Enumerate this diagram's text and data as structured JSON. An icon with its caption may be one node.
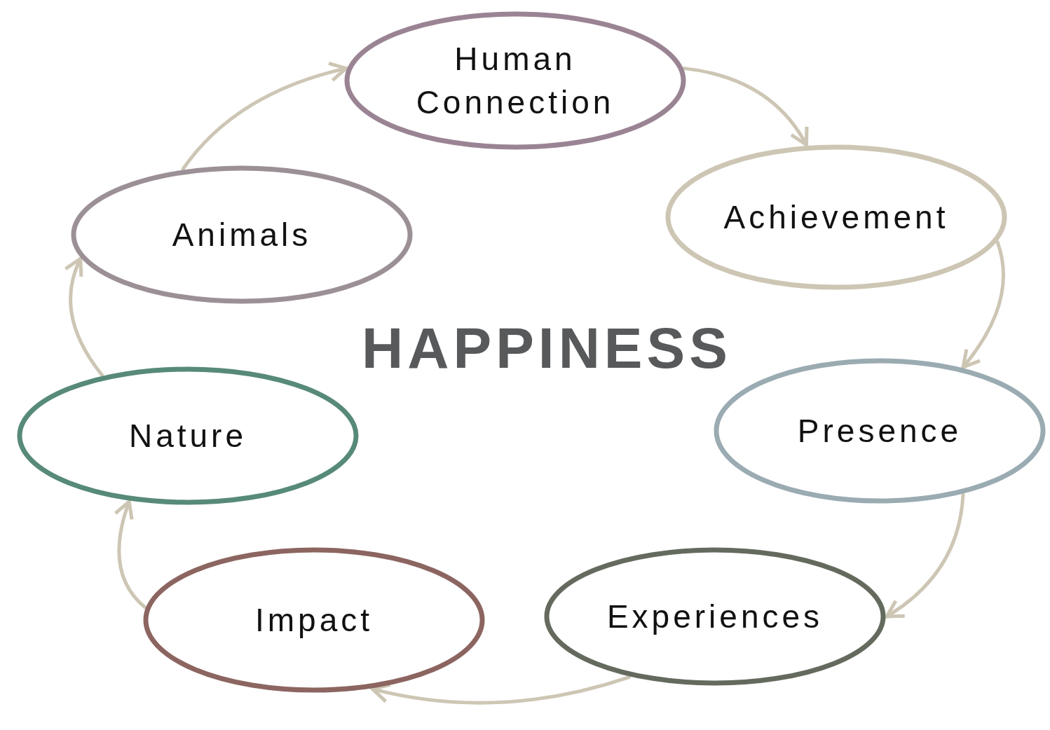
{
  "diagram": {
    "nodes": [
      {
        "text": [
          "Human Connection"
        ]
      },
      {
        "text": [
          "Achievement"
        ]
      },
      {
        "text": [
          "Presence"
        ]
      },
      {
        "text": [
          "Experiences"
        ]
      },
      {
        "text": [
          "Impact"
        ]
      },
      {
        "text": [
          "Nature"
        ]
      },
      {
        "text": [
          "Animals"
        ]
      }
    ],
    "edges": [
      {
        "from": 0,
        "to": 1,
        "arrow": "to"
      },
      {
        "from": 1,
        "to": 2,
        "arrow": "to"
      },
      {
        "from": 2,
        "to": 3,
        "arrow": "to"
      },
      {
        "from": 3,
        "to": 4,
        "arrow": "to"
      },
      {
        "from": 4,
        "to": 5,
        "arrow": "to"
      },
      {
        "from": 5,
        "to": 6,
        "arrow": "to"
      },
      {
        "from": 6,
        "to": 0,
        "arrow": "to"
      }
    ],
    "labels": [
      "HAPPINESS"
    ]
  }
}
